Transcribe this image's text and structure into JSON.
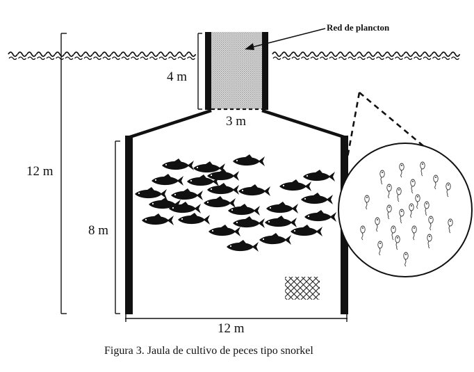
{
  "figure": {
    "caption": "Figura 3. Jaula de cultivo de peces tipo snorkel",
    "annotation": "Red de plancton",
    "labels": {
      "snorkel_height": "4 m",
      "snorkel_width": "3 m",
      "total_height": "12 m",
      "cage_height": "8 m",
      "cage_width": "12 m"
    }
  },
  "colors": {
    "ink": "#111111",
    "mesh": "#c8c8c8",
    "background": "#ffffff"
  },
  "icons": {
    "waves": "water-surface-icon",
    "fish": "fish-icon",
    "net": "net-icon",
    "plankton": "plankton-icon"
  }
}
